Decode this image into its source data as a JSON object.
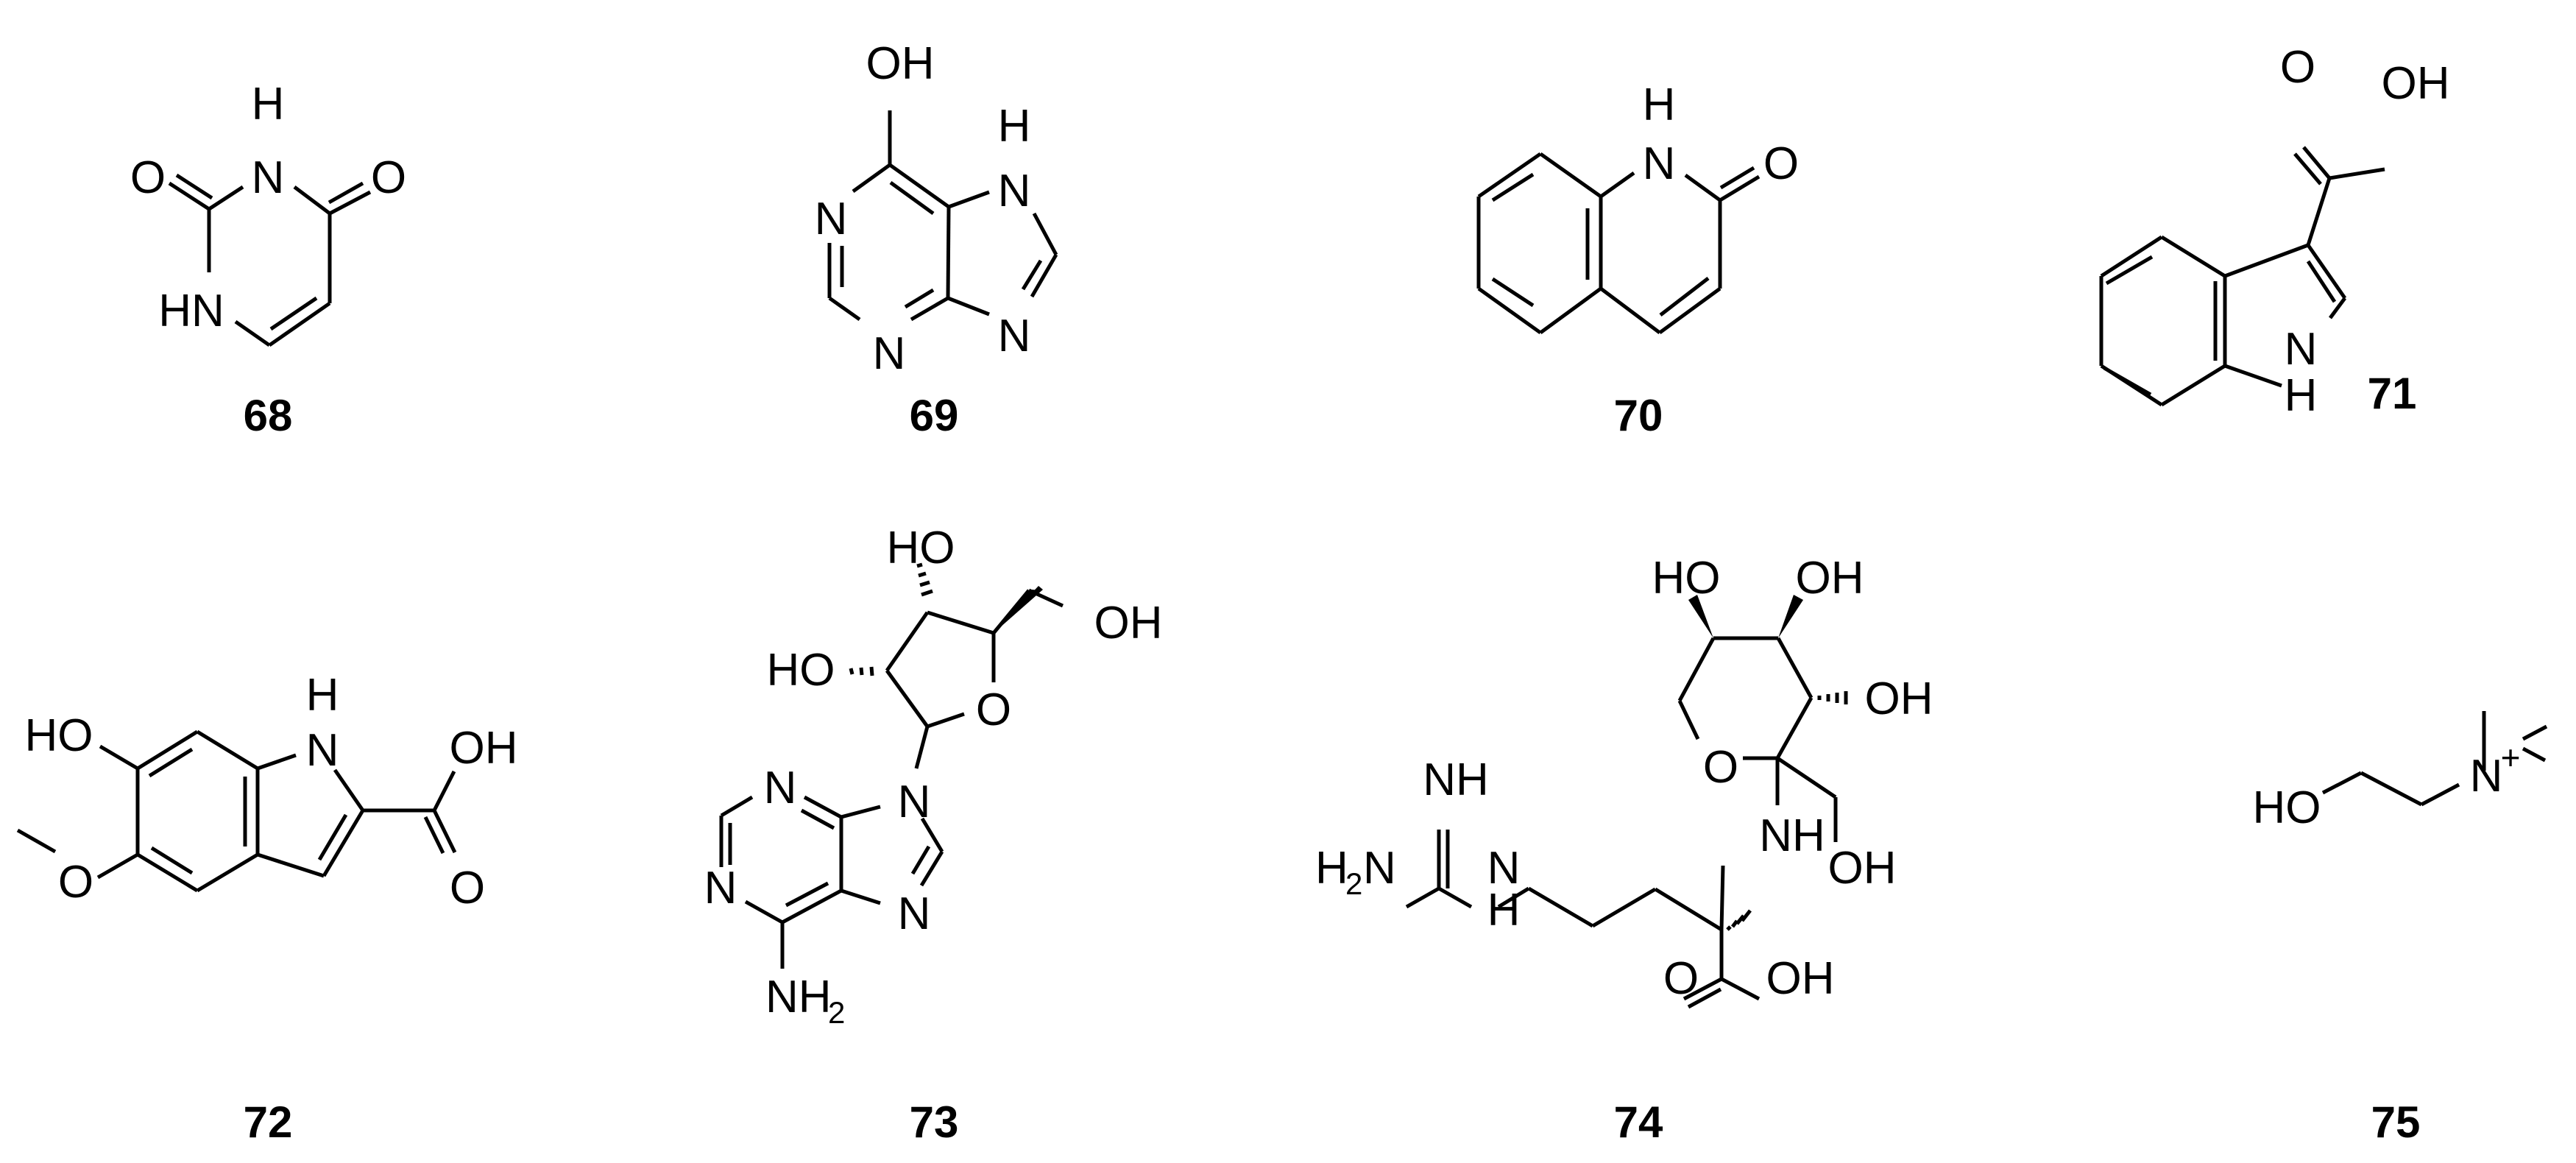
{
  "figure": {
    "description": "Chemical structures of compounds 68-75",
    "compounds": [
      {
        "id": "68",
        "label": "68",
        "atoms": {
          "nh_top_h": "H",
          "nh_top_n": "N",
          "o_left": "O",
          "o_right": "O",
          "nh_bottom": "HN"
        }
      },
      {
        "id": "69",
        "label": "69",
        "atoms": {
          "oh": "OH",
          "n1": "N",
          "n3": "N",
          "n7_h": "H",
          "n7": "N",
          "n9": "N"
        }
      },
      {
        "id": "70",
        "label": "70",
        "atoms": {
          "nh_h": "H",
          "nh_n": "N",
          "o": "O"
        }
      },
      {
        "id": "71",
        "label": "71",
        "atoms": {
          "o": "O",
          "oh": "OH",
          "n": "N",
          "n_h": "H"
        }
      },
      {
        "id": "72",
        "label": "72",
        "atoms": {
          "ho": "HO",
          "o_methoxy": "O",
          "nh_h": "H",
          "nh_n": "N",
          "oh": "OH",
          "o": "O"
        }
      },
      {
        "id": "73",
        "label": "73",
        "atoms": {
          "ho_top": "HO",
          "ho_left": "HO",
          "oh": "OH",
          "o_ring": "O",
          "n9": "N",
          "n3": "N",
          "n1": "N",
          "n7": "N",
          "nh2_main": "NH",
          "nh2_sub": "2"
        }
      },
      {
        "id": "74",
        "label": "74",
        "atoms": {
          "ho_top": "HO",
          "oh_top": "OH",
          "oh_right": "OH",
          "o_ring": "O",
          "nh_imine": "NH",
          "h2n_h": "H",
          "h2n_sub": "2",
          "h2n_n": "N",
          "n_amine": "N",
          "n_amine_h": "H",
          "nh_link": "NH",
          "oh_ch2": "OH",
          "o_carbonyl": "O",
          "oh_acid": "OH"
        }
      },
      {
        "id": "75",
        "label": "75",
        "atoms": {
          "ho": "HO",
          "n": "N",
          "charge": "+"
        }
      }
    ]
  }
}
